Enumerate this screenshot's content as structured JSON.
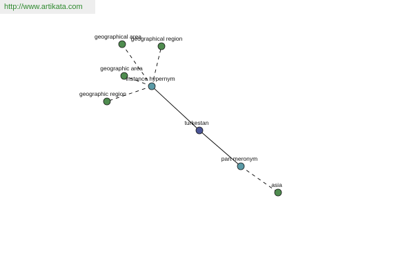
{
  "watermark": "http://www.artikata.com",
  "colors": {
    "leaf": "#4f8c4f",
    "relation": "#5a9aa6",
    "center": "#4a5596",
    "edge": "#000000"
  },
  "nodes": [
    {
      "id": "geographical-area",
      "label": "geographical area",
      "kind": "leaf"
    },
    {
      "id": "geographical-region",
      "label": "geographical region",
      "kind": "leaf"
    },
    {
      "id": "geographic-area",
      "label": "geographic area",
      "kind": "leaf"
    },
    {
      "id": "geographic-region",
      "label": "geographic region",
      "kind": "leaf"
    },
    {
      "id": "instance-hypernym",
      "label": "instance hypernym",
      "kind": "relation"
    },
    {
      "id": "turkestan",
      "label": "turkestan",
      "kind": "center"
    },
    {
      "id": "part-meronym",
      "label": "part meronym",
      "kind": "relation"
    },
    {
      "id": "asia",
      "label": "asia",
      "kind": "leaf"
    }
  ],
  "edges": [
    {
      "from": "turkestan",
      "to": "instance-hypernym",
      "style": "solid"
    },
    {
      "from": "turkestan",
      "to": "part-meronym",
      "style": "solid"
    },
    {
      "from": "instance-hypernym",
      "to": "geographical-area",
      "style": "dashed"
    },
    {
      "from": "instance-hypernym",
      "to": "geographical-region",
      "style": "dashed"
    },
    {
      "from": "instance-hypernym",
      "to": "geographic-area",
      "style": "dashed"
    },
    {
      "from": "instance-hypernym",
      "to": "geographic-region",
      "style": "dashed"
    },
    {
      "from": "part-meronym",
      "to": "asia",
      "style": "dashed"
    }
  ]
}
